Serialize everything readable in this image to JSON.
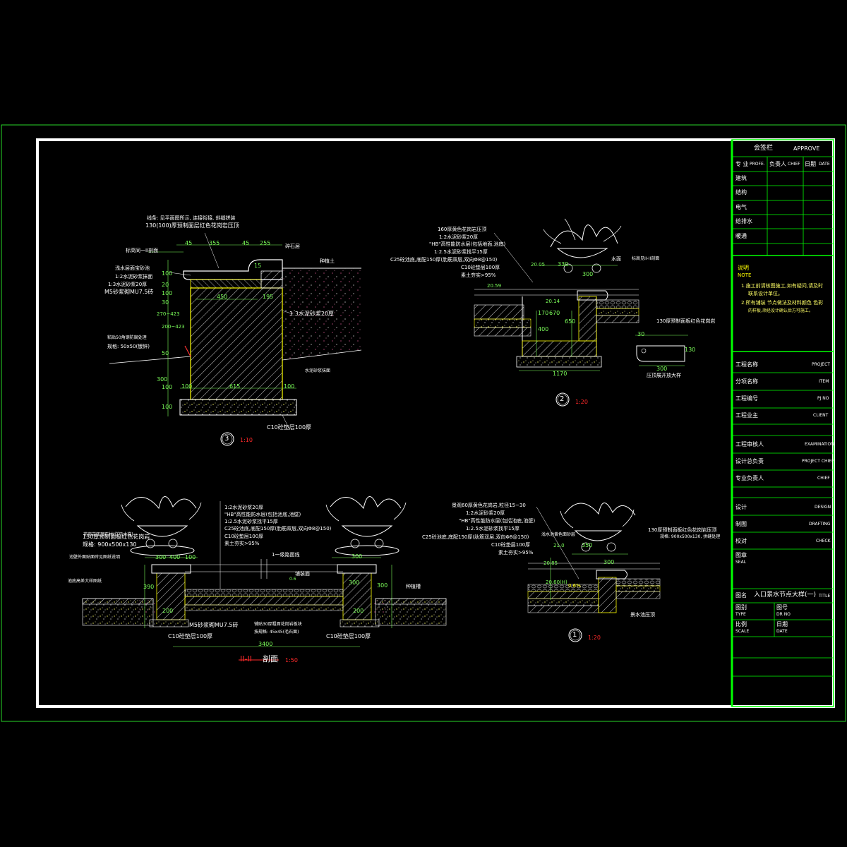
{
  "colors": {
    "frame": "#27d627",
    "inner_frame": "#ffffff",
    "title_green": "#00ff00",
    "dim": "#7cff5a",
    "label": "#ffffff",
    "scale": "#ff2a2a",
    "hatch": "#ffffff",
    "sand": "#ffff00"
  },
  "title_block": {
    "approve": {
      "cn": "会签栏",
      "en": "APPROVE"
    },
    "header": {
      "major_cn": "专 业",
      "major_en": "PROFE.",
      "chief_cn": "负责人",
      "chief_en": "CHIEF",
      "date_cn": "日期",
      "date_en": "DATE"
    },
    "disciplines": [
      "建筑",
      "结构",
      "电气",
      "给排水",
      "暖通"
    ],
    "note": {
      "cn": "说明",
      "en": "NOTE",
      "lines": [
        "1.施工前请核图施工,如有疑问,请及时",
        "联系设计单位。",
        "2.所有铺装 节点做法及材料颜色 色彩",
        "的样板,须经设计确认后方可施工。"
      ]
    },
    "fields": [
      {
        "cn": "工程名称",
        "en": "PROJECT"
      },
      {
        "cn": "分项名称",
        "en": "ITEM"
      },
      {
        "cn": "工程编号",
        "en": "PJ NO"
      },
      {
        "cn": "工程业主",
        "en": "CLIENT"
      }
    ],
    "staff": [
      {
        "cn": "工程审核人",
        "en": "EXAMINATION"
      },
      {
        "cn": "设计总负责",
        "en": "PROJECT CHIEF"
      },
      {
        "cn": "专业负责人",
        "en": "CHIEF"
      },
      {
        "cn": "设计",
        "en": "DESIGN"
      },
      {
        "cn": "制图",
        "en": "DRAFTING"
      },
      {
        "cn": "校对",
        "en": "CHECK"
      },
      {
        "cn": "图章",
        "en": "SEAL"
      }
    ],
    "drawing_title": {
      "cn_label": "图名",
      "value": "入口景水节点大样(一)",
      "en": "TITLE"
    },
    "type": {
      "cn": "图别",
      "en": "TYPE",
      "no_cn": "图号",
      "no_en": "DR NO"
    },
    "scale": {
      "cn": "比例",
      "en": "SCALE",
      "date_cn": "日期",
      "date_en": "DATE"
    }
  },
  "detail3": {
    "num": "3",
    "scale": "1:10",
    "labels": [
      "线条: 见平面图所示, 连接衔接, 斜缝拼装",
      "130(100)厚预制面层红色花岗岩压顶",
      "标高同一II剖面",
      "浅水层面宝砂池",
      "1:2水泥砂浆抹面",
      "1:3水泥砂浆20厚",
      "M5砂浆砌MU7.5砖",
      "粘贴50角钢防腐处理",
      "规格: 50x50(镀锌)",
      "1:3水泥砂浆20厚",
      "碎石层",
      "种植土",
      "水泥砂浆抹面",
      "C10砼垫层100厚"
    ],
    "dims": [
      "45",
      "355",
      "45",
      "255",
      "100",
      "20",
      "450",
      "100",
      "195",
      "30",
      "270~423",
      "200~423",
      "50",
      "300",
      "100",
      "100",
      "615",
      "100",
      "100",
      "15"
    ]
  },
  "detail2": {
    "num": "2",
    "scale": "1:20",
    "labels": [
      "160厚黄色花岗岩压顶",
      "1:2水泥砂浆20厚",
      "\"HB\"高性能防水层(包括地面,池底)",
      "1:2.5水泥砂浆找平15厚",
      "C25砼池底,底配150厚(肋筋双层,双向Φ8@150)",
      "C10砼垫层100厚",
      "素土夯实>95%",
      "水面",
      "标高见II-II剖面",
      "130厚预制面板红色花岗岩",
      "压顶展开放大样"
    ],
    "dims": [
      "20.05",
      "330",
      "300",
      "20.59",
      "20.14",
      "670",
      "400",
      "170",
      "650",
      "1170",
      "30",
      "300",
      "130"
    ]
  },
  "section": {
    "title": "II-II",
    "title_sub": "剖面",
    "scale": "1:50",
    "labels": [
      "花岗岩压顶石材(详见大样)",
      "130厚预制面板红色花岗岩",
      "规格: 900x500x130",
      "池壁外面贴面砖见图纸说明",
      "池底高差大样图纸",
      "M5砂浆砌MU7.5砖",
      "C10砼垫层100厚",
      "1:2水泥砂浆20厚",
      "\"HB\"高性能防水层(包括池底,池壁)",
      "1:2.5水泥砂浆找平15厚",
      "C25砼池底,底配150厚(肋筋双层,双向Φ8@150)",
      "C10砼垫层100厚",
      "素土夯实>95%",
      "1一级路面线",
      "种植槽",
      "铺贴30厚粗面花岗岩板块",
      "按规格: 45x45(毛石面)",
      "C10砼垫层100厚",
      "铺装面"
    ],
    "dims": [
      "300",
      "400",
      "100",
      "300",
      "300",
      "390",
      "300",
      "200",
      "200",
      "3400",
      "0.6"
    ]
  },
  "detail1": {
    "num": "1",
    "scale": "1:20",
    "labels": [
      "景观60厚黄色花岗岩,粒径15~30",
      "1:2水泥砂浆20厚",
      "\"HB\"高性能防水层(包括池底,池壁)",
      "1:2.5水泥砂浆找平15厚",
      "C25砼池底,底配150厚(肋筋双层,双向Φ8@150)",
      "C10砼垫层100厚",
      "素土夯实>95%",
      "浅水池黄色面砂层",
      "130厚预制面板红色花岗岩压顶",
      "规格: 900x500x130, 拼缝处理",
      "景水池压顶"
    ],
    "dims": [
      "21.0",
      "20.85",
      "20.60(H)",
      "0.6%",
      "300",
      "350"
    ]
  }
}
